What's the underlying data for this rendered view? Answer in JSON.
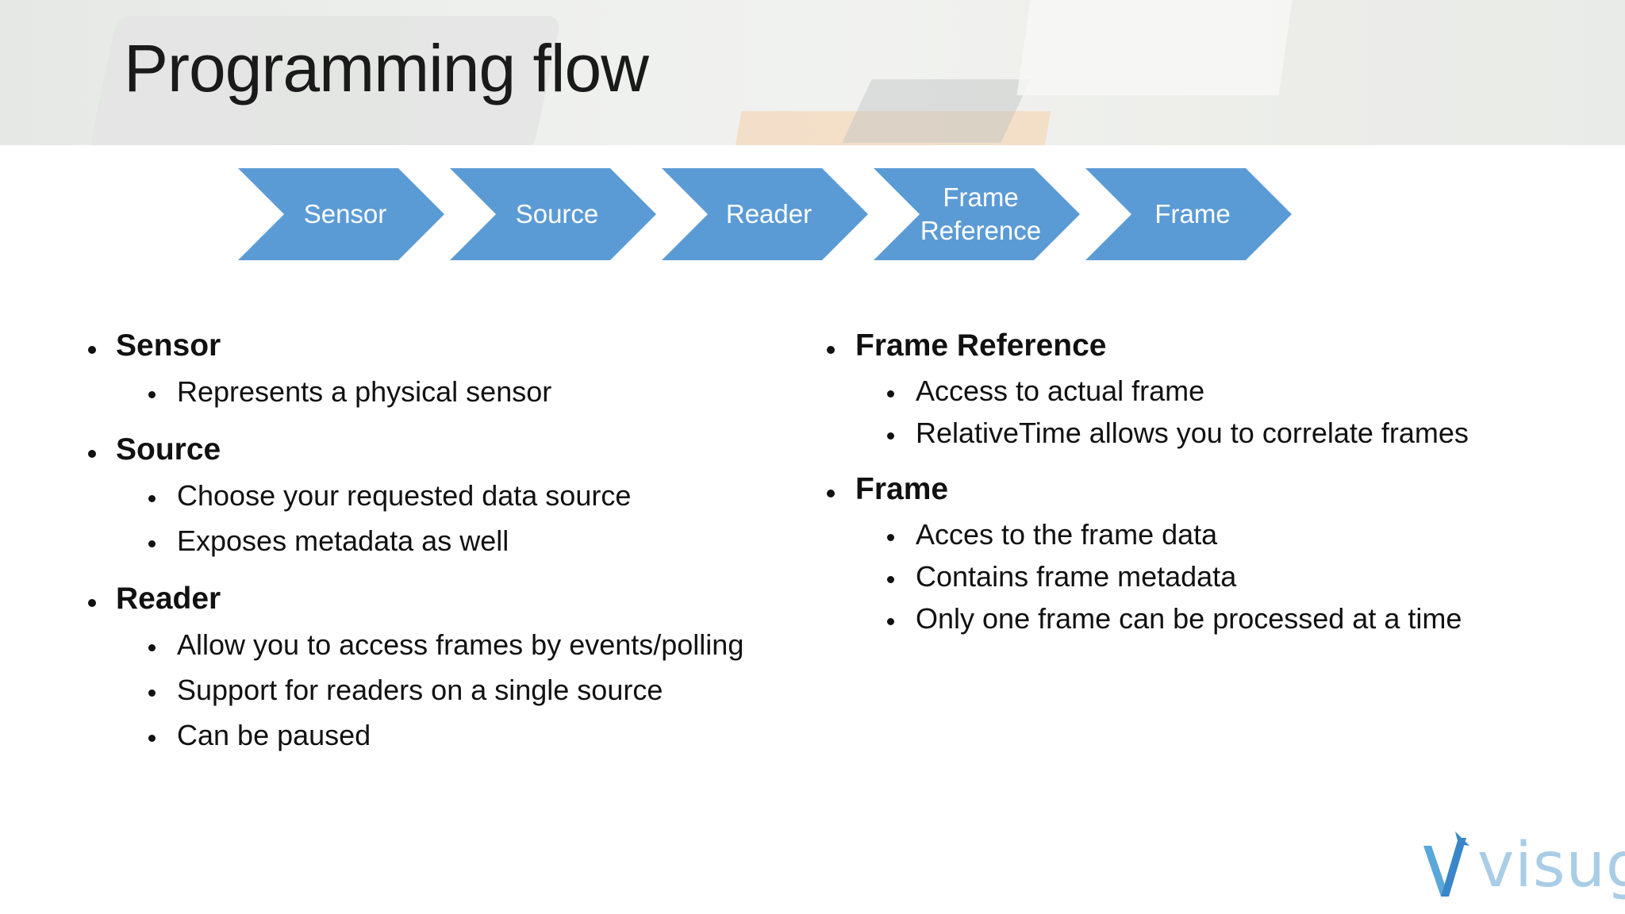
{
  "title": "Programming flow",
  "flow_steps": [
    "Sensor",
    "Source",
    "Reader",
    "Frame\nReference",
    "Frame"
  ],
  "colors": {
    "chevron": "#5b9bd5",
    "logo_dark": "#3a86c8",
    "logo_light": "#a9cde6"
  },
  "left_column": [
    {
      "heading": "Sensor",
      "items": [
        "Represents a physical sensor"
      ]
    },
    {
      "heading": "Source",
      "items": [
        "Choose your requested data source",
        "Exposes metadata as well"
      ]
    },
    {
      "heading": "Reader",
      "items": [
        "Allow you to access frames by events/polling",
        "Support for readers on a single source",
        "Can be paused"
      ]
    }
  ],
  "right_column": [
    {
      "heading": "Frame Reference",
      "items": [
        "Access to actual frame",
        "RelativeTime allows you to correlate frames"
      ]
    },
    {
      "heading": "Frame",
      "items": [
        "Acces to the frame data",
        "Contains frame metadata",
        "Only one frame can be processed at a time"
      ]
    }
  ],
  "logo": {
    "text": "visug"
  }
}
